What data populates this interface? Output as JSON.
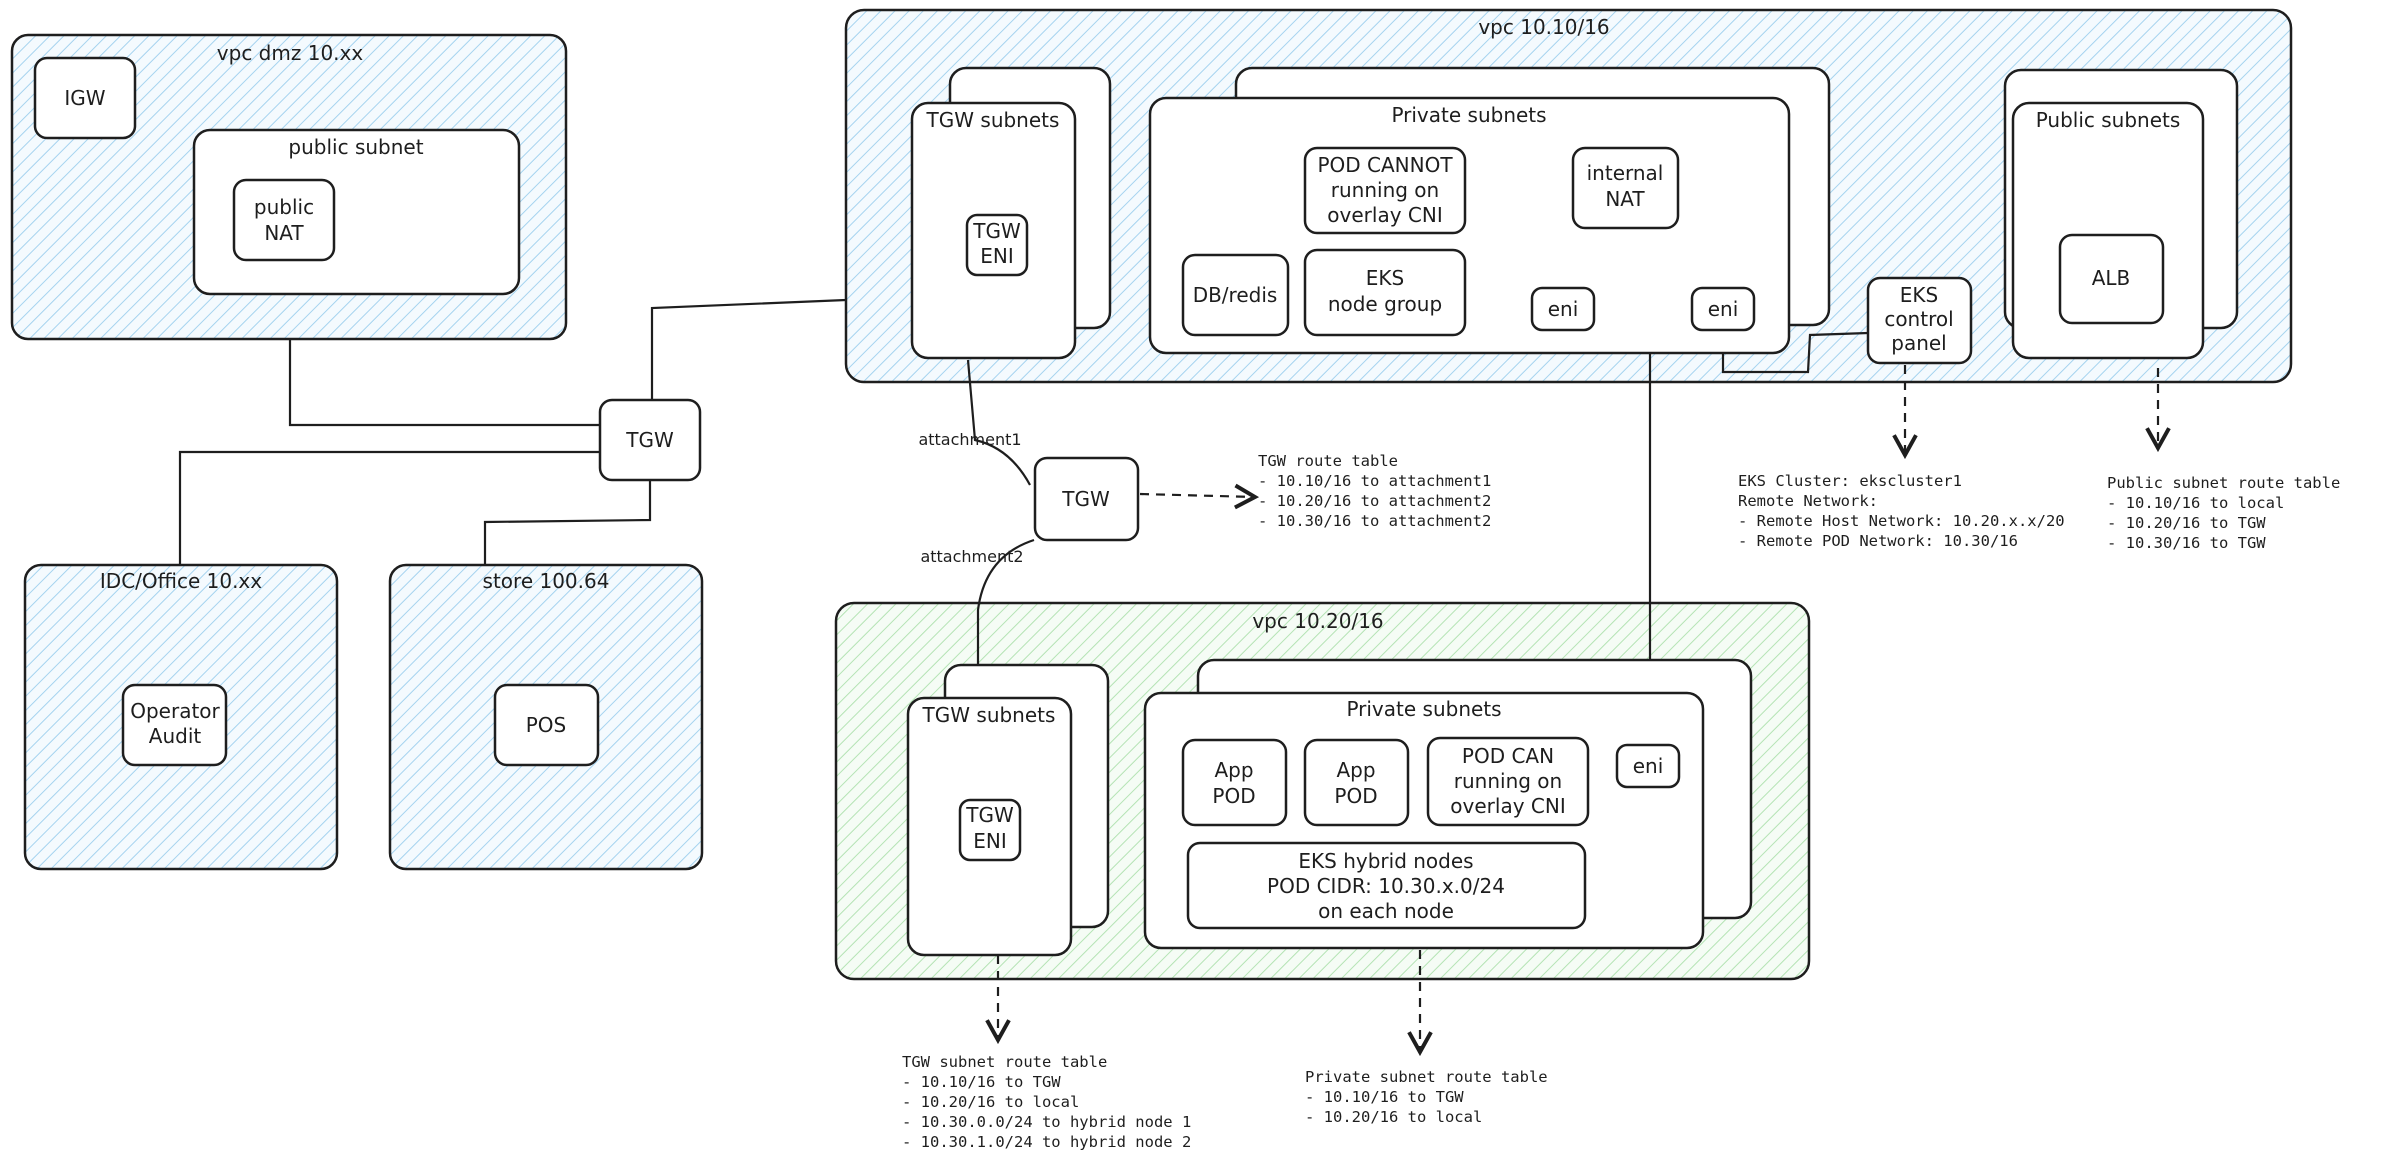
{
  "vpc_dmz": {
    "title": "vpc dmz 10.xx",
    "igw": "IGW",
    "public_subnet": "public subnet",
    "public_nat": [
      "public",
      "NAT"
    ]
  },
  "vpc_1010": {
    "title": "vpc 10.10/16",
    "tgw_subnets": "TGW subnets",
    "tgw_eni": [
      "TGW",
      "ENI"
    ],
    "private_subnets": "Private subnets",
    "pod_cannot": [
      "POD CANNOT",
      "running on",
      "overlay CNI"
    ],
    "internal_nat": [
      "internal",
      "NAT"
    ],
    "db_redis": "DB/redis",
    "eks_node_group": [
      "EKS",
      "node group"
    ],
    "eni_a": "eni",
    "eni_b": "eni",
    "eks_control_panel": [
      "EKS",
      "control",
      "panel"
    ],
    "public_subnets": "Public subnets",
    "alb": "ALB"
  },
  "tgw_left": "TGW",
  "tgw_center": "TGW",
  "attachment1": "attachment1",
  "attachment2": "attachment2",
  "idc_office": {
    "title": "IDC/Office 10.xx",
    "operator_audit": [
      "Operator",
      "Audit"
    ]
  },
  "store": {
    "title": "store 100.64",
    "pos": "POS"
  },
  "vpc_1020": {
    "title": "vpc 10.20/16",
    "tgw_subnets": "TGW subnets",
    "tgw_eni": [
      "TGW",
      "ENI"
    ],
    "private_subnets": "Private subnets",
    "app_pod_1": [
      "App",
      "POD"
    ],
    "app_pod_2": [
      "App",
      "POD"
    ],
    "pod_can": [
      "POD CAN",
      "running on",
      "overlay CNI"
    ],
    "eni": "eni",
    "hybrid_nodes": [
      "EKS hybrid nodes",
      "POD CIDR: 10.30.x.0/24",
      "on each node"
    ]
  },
  "notes": {
    "tgw_route_table": [
      "TGW route table",
      "- 10.10/16 to attachment1",
      "- 10.20/16 to attachment2",
      "- 10.30/16 to attachment2"
    ],
    "eks_cluster": [
      "EKS Cluster: ekscluster1",
      "Remote Network:",
      "- Remote Host Network: 10.20.x.x/20",
      "- Remote POD Network: 10.30/16"
    ],
    "public_subnet_rt": [
      "Public subnet route table",
      "- 10.10/16 to local",
      "- 10.20/16 to TGW",
      "- 10.30/16 to TGW"
    ],
    "tgw_subnet_rt": [
      "TGW subnet route table",
      "- 10.10/16 to TGW",
      "- 10.20/16 to local",
      "- 10.30.0.0/24 to hybrid node 1",
      "- 10.30.1.0/24 to hybrid node 2"
    ],
    "private_subnet_rt": [
      "Private subnet route table",
      "- 10.10/16 to TGW",
      "- 10.20/16 to local"
    ]
  }
}
